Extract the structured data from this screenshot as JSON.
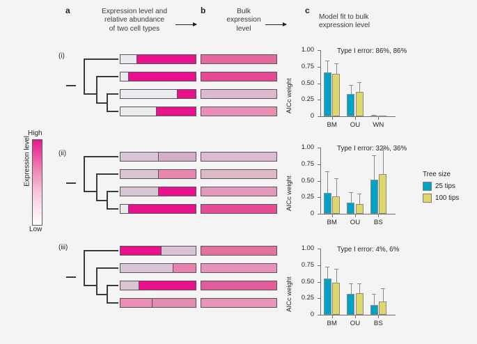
{
  "panels": {
    "a": {
      "letter": "a",
      "title": "Expression level and\nrelative abundance\nof two cell types"
    },
    "b": {
      "letter": "b",
      "title": "Bulk\nexpression\nlevel"
    },
    "c": {
      "letter": "c",
      "title": "Model fit to bulk\nexpression level"
    }
  },
  "colorbar": {
    "axis_label": "Expression level",
    "high_label": "High",
    "low_label": "Low",
    "high_color": "#e8188f",
    "low_color": "#ffffff"
  },
  "legend": {
    "title": "Tree size",
    "items": [
      {
        "label": "25 tips",
        "color": "#00a3c4"
      },
      {
        "label": "100 tips",
        "color": "#e0d76a"
      }
    ]
  },
  "rows": [
    {
      "roman": "(i)",
      "composition": [
        {
          "segments": [
            {
              "frac": 0.215,
              "color": "#ebeaee"
            },
            {
              "frac": 0.785,
              "color": "#e8128c"
            }
          ]
        },
        {
          "segments": [
            {
              "frac": 0.105,
              "color": "#ebeaee"
            },
            {
              "frac": 0.895,
              "color": "#e8128c"
            }
          ]
        },
        {
          "segments": [
            {
              "frac": 0.755,
              "color": "#ebeaee"
            },
            {
              "frac": 0.245,
              "color": "#e8128c"
            }
          ]
        },
        {
          "segments": [
            {
              "frac": 0.475,
              "color": "#ebeaee"
            },
            {
              "frac": 0.525,
              "color": "#e8128c"
            }
          ]
        }
      ],
      "bulk": [
        "#e4699d",
        "#e54993",
        "#ddb9cf",
        "#e890b4"
      ],
      "chart_index": 0
    },
    {
      "roman": "(ii)",
      "composition": [
        {
          "segments": [
            {
              "frac": 0.5,
              "color": "#d9c6d4"
            },
            {
              "frac": 0.5,
              "color": "#d4aec6"
            }
          ]
        },
        {
          "segments": [
            {
              "frac": 0.5,
              "color": "#d9c6d4"
            },
            {
              "frac": 0.5,
              "color": "#e888b0"
            }
          ]
        },
        {
          "segments": [
            {
              "frac": 0.5,
              "color": "#d9c6d4"
            },
            {
              "frac": 0.5,
              "color": "#e8128c"
            }
          ]
        },
        {
          "segments": [
            {
              "frac": 0.105,
              "color": "#ebeaee"
            },
            {
              "frac": 0.895,
              "color": "#e8128c"
            }
          ]
        }
      ],
      "bulk": [
        "#dcbbd2",
        "#debac9",
        "#e397ba",
        "#e54d95"
      ],
      "chart_index": 1
    },
    {
      "roman": "(iii)",
      "composition": [
        {
          "segments": [
            {
              "frac": 0.545,
              "color": "#e8128c"
            },
            {
              "frac": 0.455,
              "color": "#d9c2d3"
            }
          ]
        },
        {
          "segments": [
            {
              "frac": 0.705,
              "color": "#d9c6d4"
            },
            {
              "frac": 0.295,
              "color": "#e781ae"
            }
          ]
        },
        {
          "segments": [
            {
              "frac": 0.245,
              "color": "#d9c6d4"
            },
            {
              "frac": 0.755,
              "color": "#e8128c"
            }
          ]
        },
        {
          "segments": [
            {
              "frac": 0.425,
              "color": "#e98fb5"
            },
            {
              "frac": 0.575,
              "color": "#e38cb2"
            }
          ]
        }
      ],
      "bulk": [
        "#e3729f",
        "#e792b6",
        "#e25e9b",
        "#e794b8"
      ],
      "chart_index": 2
    }
  ],
  "chart_data": [
    {
      "type": "bar",
      "title": "Type I error: 86%, 86%",
      "xlabel": "",
      "ylabel": "AICc weight",
      "categories": [
        "BM",
        "OU",
        "WN"
      ],
      "ytick_labels": [
        "0",
        "0.25",
        "0.50",
        "0.75",
        "1.00"
      ],
      "ytick_values": [
        0,
        0.25,
        0.5,
        0.75,
        1.0
      ],
      "ylim": [
        0,
        1.0
      ],
      "grid": false,
      "legend_position": "right",
      "series": [
        {
          "name": "25 tips",
          "color": "#00a3c4",
          "values": [
            0.665,
            0.335,
            0.005
          ],
          "err_low": [
            0.665,
            0.335,
            0.005
          ],
          "err_high": [
            0.845,
            0.475,
            0.02
          ]
        },
        {
          "name": "100 tips",
          "color": "#e0d76a",
          "values": [
            0.64,
            0.365,
            0.002
          ],
          "err_low": [
            0.64,
            0.365,
            0.002
          ],
          "err_high": [
            0.8,
            0.52,
            0.01
          ]
        }
      ]
    },
    {
      "type": "bar",
      "title": "Type I error: 32%, 36%",
      "xlabel": "",
      "ylabel": "AICc weight",
      "categories": [
        "BM",
        "OU",
        "BS"
      ],
      "ytick_labels": [
        "0",
        "0.25",
        "0.50",
        "0.75",
        "1.00"
      ],
      "ytick_values": [
        0,
        0.25,
        0.5,
        0.75,
        1.0
      ],
      "ylim": [
        0,
        1.0
      ],
      "grid": false,
      "legend_position": "right",
      "series": [
        {
          "name": "25 tips",
          "color": "#00a3c4",
          "values": [
            0.315,
            0.17,
            0.52
          ],
          "err_low": [
            0.315,
            0.17,
            0.52
          ],
          "err_high": [
            0.645,
            0.33,
            0.88
          ]
        },
        {
          "name": "100 tips",
          "color": "#e0d76a",
          "values": [
            0.26,
            0.15,
            0.6
          ],
          "err_low": [
            0.26,
            0.15,
            0.6
          ],
          "err_high": [
            0.54,
            0.31,
            0.985
          ]
        }
      ]
    },
    {
      "type": "bar",
      "title": "Type I error: 4%, 6%",
      "xlabel": "",
      "ylabel": "AICc weight",
      "categories": [
        "BM",
        "OU",
        "BS"
      ],
      "ytick_labels": [
        "0",
        "0.25",
        "0.50",
        "0.75",
        "1.00"
      ],
      "ytick_values": [
        0,
        0.25,
        0.5,
        0.75,
        1.0
      ],
      "ylim": [
        0,
        1.0
      ],
      "grid": false,
      "legend_position": "right",
      "series": [
        {
          "name": "25 tips",
          "color": "#00a3c4",
          "values": [
            0.55,
            0.32,
            0.15
          ],
          "err_low": [
            0.55,
            0.32,
            0.15
          ],
          "err_high": [
            0.725,
            0.47,
            0.315
          ]
        },
        {
          "name": "100 tips",
          "color": "#e0d76a",
          "values": [
            0.48,
            0.33,
            0.2
          ],
          "err_low": [
            0.48,
            0.33,
            0.2
          ],
          "err_high": [
            0.69,
            0.475,
            0.4
          ]
        }
      ]
    }
  ]
}
